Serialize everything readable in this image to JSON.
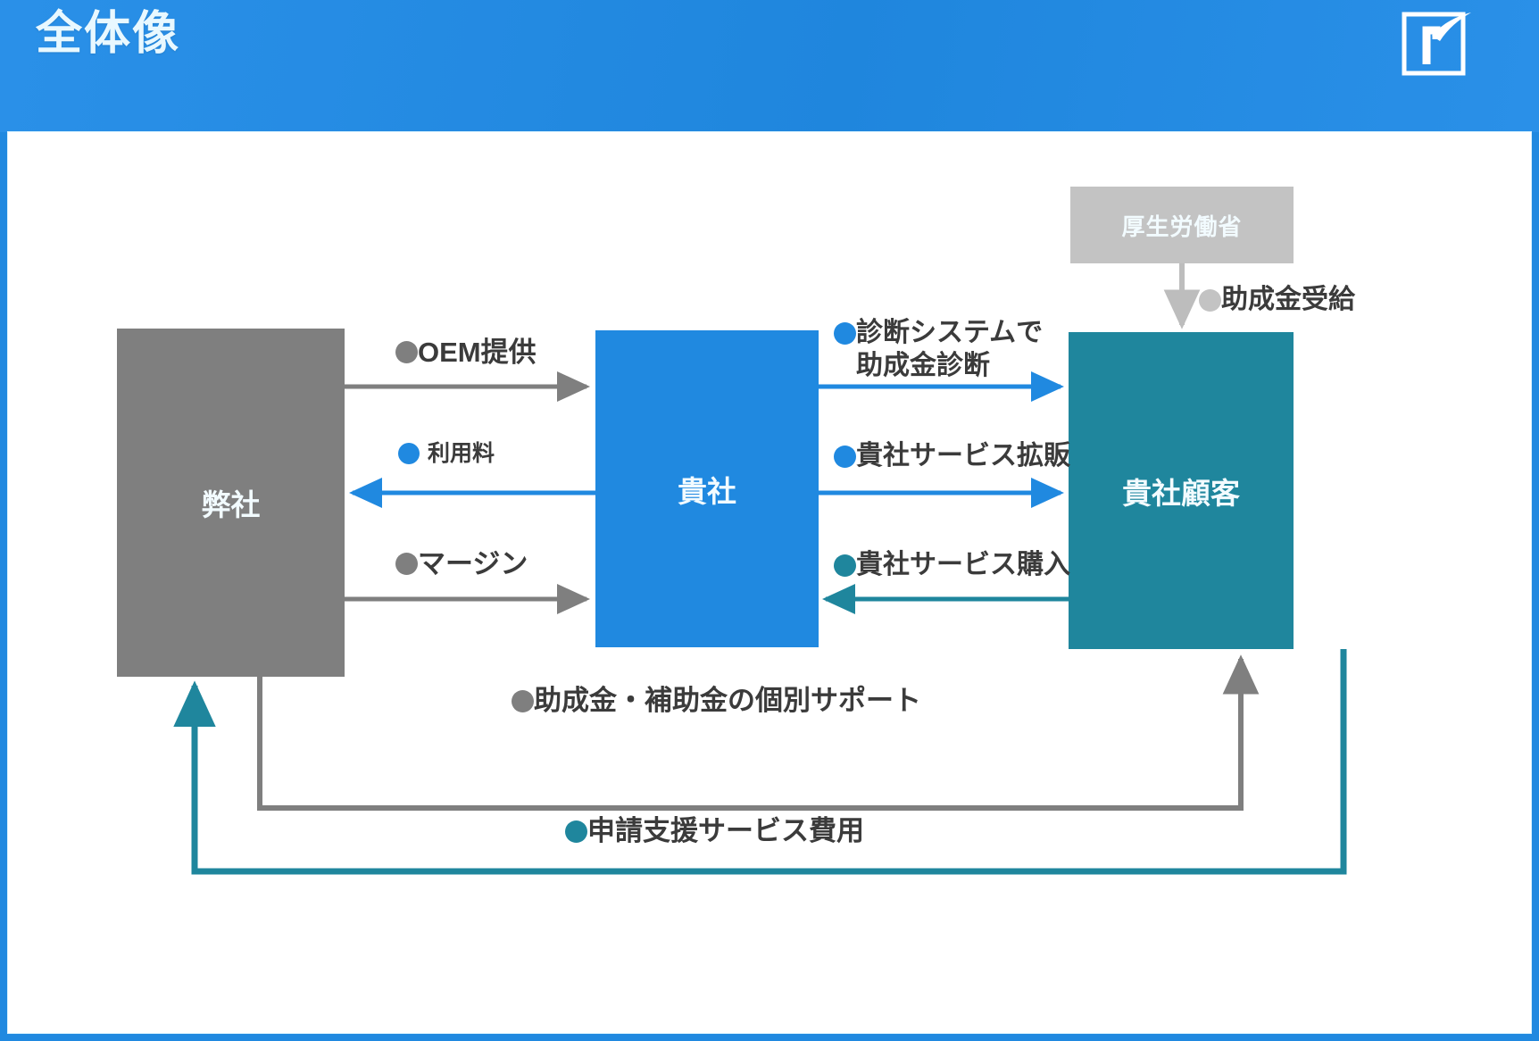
{
  "header": {
    "title": "全体像",
    "logo_icon": "r-logo-icon",
    "background_color": "#2089e0"
  },
  "colors": {
    "gray": "#7f7f7f",
    "blue": "#2089e0",
    "teal": "#1f869d",
    "light_gray": "#c3c3c3",
    "label_text": "#3b3b3b",
    "canvas": "#ffffff"
  },
  "nodes": {
    "ours": "弊社",
    "you": "貴社",
    "customer": "貴社顧客",
    "ministry": "厚生労働省"
  },
  "flows": {
    "oem": "OEM提供",
    "fee": "利用料",
    "margin": "マージン",
    "diagnose": "診断システムで\n助成金診断",
    "expand": "貴社サービス拡販",
    "purchase": "貴社サービス購入",
    "subsidy": "助成金受給",
    "support": "助成金・補助金の個別サポート",
    "application_fee": "申請支援サービス費用"
  }
}
